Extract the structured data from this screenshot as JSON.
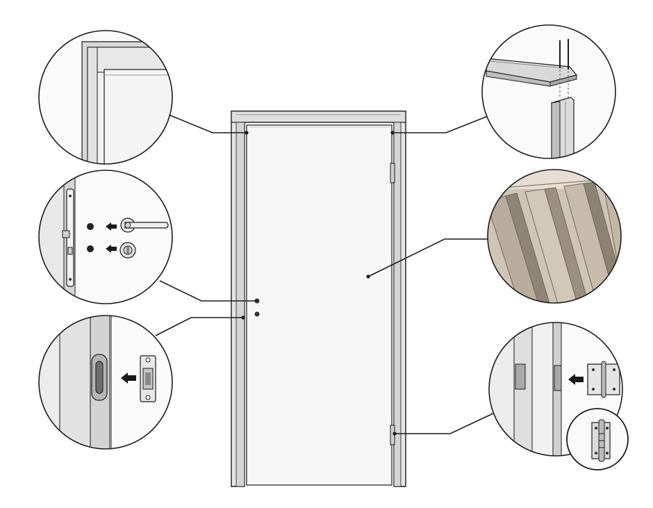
{
  "diagram": {
    "subject": "interior-door-with-frame",
    "callouts": [
      {
        "id": "frame-corner",
        "side": "left"
      },
      {
        "id": "frame-assembly",
        "side": "right"
      },
      {
        "id": "handle-lock-preparation",
        "side": "left"
      },
      {
        "id": "honeycomb-core",
        "side": "right"
      },
      {
        "id": "strike-plate",
        "side": "left"
      },
      {
        "id": "hinge",
        "side": "right"
      }
    ]
  },
  "colors": {
    "line": "#1a1a1a",
    "door_fill": "#f4f4f4",
    "frame_fill": "#e4e4e4",
    "wood_light": "#d8cfc2",
    "wood_dark": "#8f8577",
    "metal": "#c9c9c9"
  }
}
